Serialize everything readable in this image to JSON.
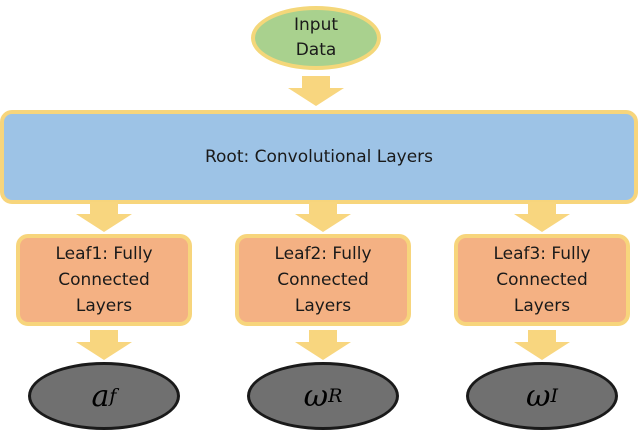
{
  "diagram": {
    "input_node": {
      "line1": "Input",
      "line2": "Data"
    },
    "root_node": {
      "label": "Root: Convolutional Layers"
    },
    "leaves": [
      {
        "line1": "Leaf1: Fully",
        "line2": "Connected",
        "line3": "Layers"
      },
      {
        "line1": "Leaf2: Fully",
        "line2": "Connected",
        "line3": "Layers"
      },
      {
        "line1": "Leaf3: Fully",
        "line2": "Connected",
        "line3": "Layers"
      }
    ],
    "outputs": [
      {
        "symbol": "a",
        "subscript": "f"
      },
      {
        "symbol": "ω",
        "subscript": "R"
      },
      {
        "symbol": "ω",
        "subscript": "I"
      }
    ]
  },
  "colors": {
    "input_fill": "#a9d18e",
    "root_fill": "#9dc3e6",
    "leaf_fill": "#f4b183",
    "output_fill": "#707070",
    "border_yellow": "#f7d57c",
    "arrow_fill": "#f8d67f"
  }
}
